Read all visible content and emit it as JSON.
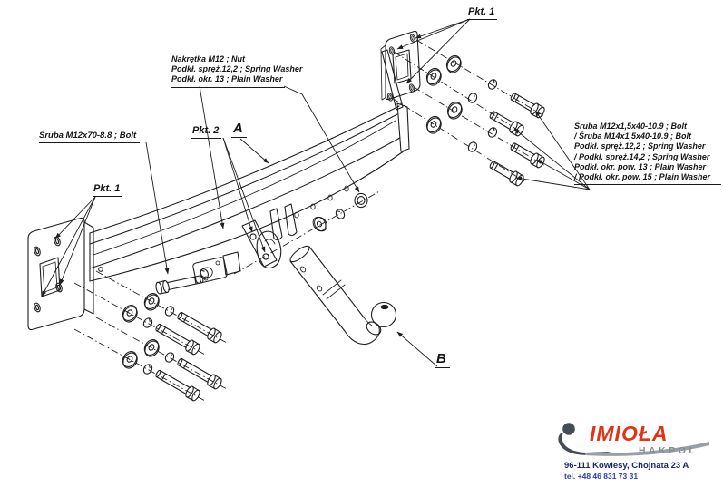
{
  "document": {
    "type": "towbar-assembly-exploded-diagram"
  },
  "callouts": {
    "pkt1_top": "Pkt. 1",
    "pkt1_left": "Pkt. 1",
    "pkt2": "Pkt. 2",
    "ref_a": "A",
    "ref_b": "B",
    "bolt_left": "Śruba M12x70-8.8 ; Bolt",
    "nut_block": [
      "Nakrętka M12 ; Nut",
      "Podkł. spręż.12,2 ; Spring Washer",
      "Podkł. okr. 13 ; Plain Washer"
    ],
    "right_block": [
      "Śruba M12x1,5x40-10.9 ; Bolt",
      "/ Śruba M14x1,5x40-10.9 ; Bolt",
      "Podkł. spręż.12,2 ; Spring Washer",
      "/ Podkł. spręż.14,2 ; Spring Washer",
      "Podkł. okr. pow. 13 ; Plain Washer",
      "/ Podkł. okr. pow. 15 ; Plain Washer"
    ]
  },
  "branding": {
    "brand": "IMIOŁA",
    "sub_brand": "HAKPOL",
    "address": "96-111 Kowiesy, Chojnata 23 A",
    "phone": "tel. +48 46 831 73 31"
  },
  "colors": {
    "line": "#1f1f1f",
    "label_text": "#141414",
    "brand_red": "#e03416",
    "brand_gray": "#878d93",
    "hook_dark": "#454c53",
    "address_navy": "#1b2a68",
    "phone_blue": "#2f3db4",
    "background": "#ffffff"
  }
}
